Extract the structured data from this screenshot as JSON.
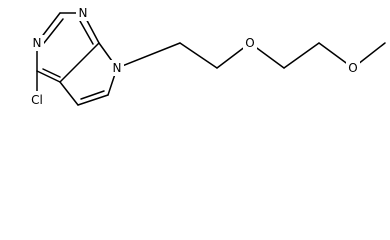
{
  "molecule": {
    "atoms": {
      "n1": "N",
      "n3": "N",
      "n7": "N",
      "cl": "Cl",
      "o1": "O",
      "o2": "O"
    }
  },
  "colors": {
    "bond": "#000000",
    "background": "#ffffff"
  }
}
